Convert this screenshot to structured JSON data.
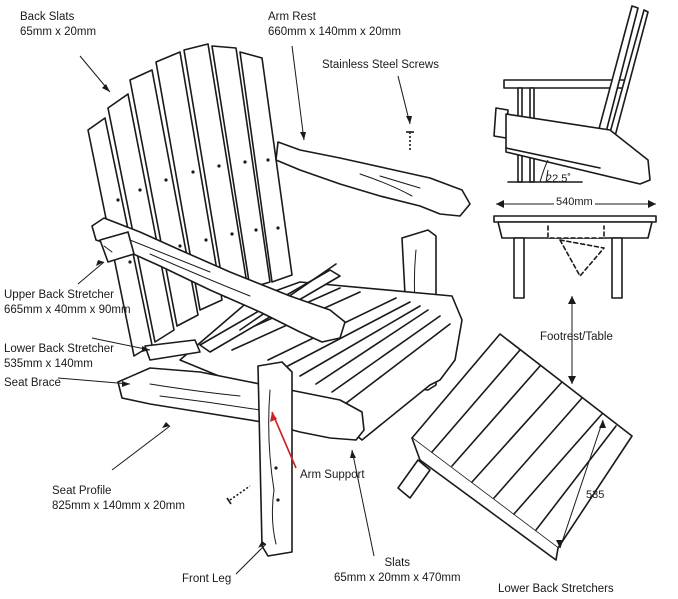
{
  "labels": {
    "back_slats": {
      "name": "Back Slats",
      "dim": "65mm x 20mm"
    },
    "arm_rest": {
      "name": "Arm Rest",
      "dim": "660mm x 140mm x 20mm"
    },
    "stainless_screws": {
      "name": "Stainless Steel Screws"
    },
    "upper_back_stretcher": {
      "name": "Upper Back Stretcher",
      "dim": "665mm x 40mm x 90mm"
    },
    "lower_back_stretcher": {
      "name": "Lower Back Stretcher",
      "dim": "535mm x 140mm"
    },
    "seat_brace": {
      "name": "Seat Brace"
    },
    "arm_support": {
      "name": "Arm Support"
    },
    "seat_profile": {
      "name": "Seat Profile",
      "dim": "825mm x 140mm x 20mm"
    },
    "front_leg": {
      "name": "Front Leg"
    },
    "slats": {
      "name": "Slats",
      "dim": "65mm x 20mm x 470mm"
    },
    "footrest_table": {
      "name": "Footrest/Table"
    },
    "lower_back_stretchers": {
      "name": "Lower Back Stretchers"
    }
  },
  "dimensions": {
    "angle": "22.5˚",
    "width": "540mm",
    "footrest_length": "535"
  },
  "colors": {
    "line": "#1a1a1a",
    "arm_support_arrow": "#cc2222"
  }
}
